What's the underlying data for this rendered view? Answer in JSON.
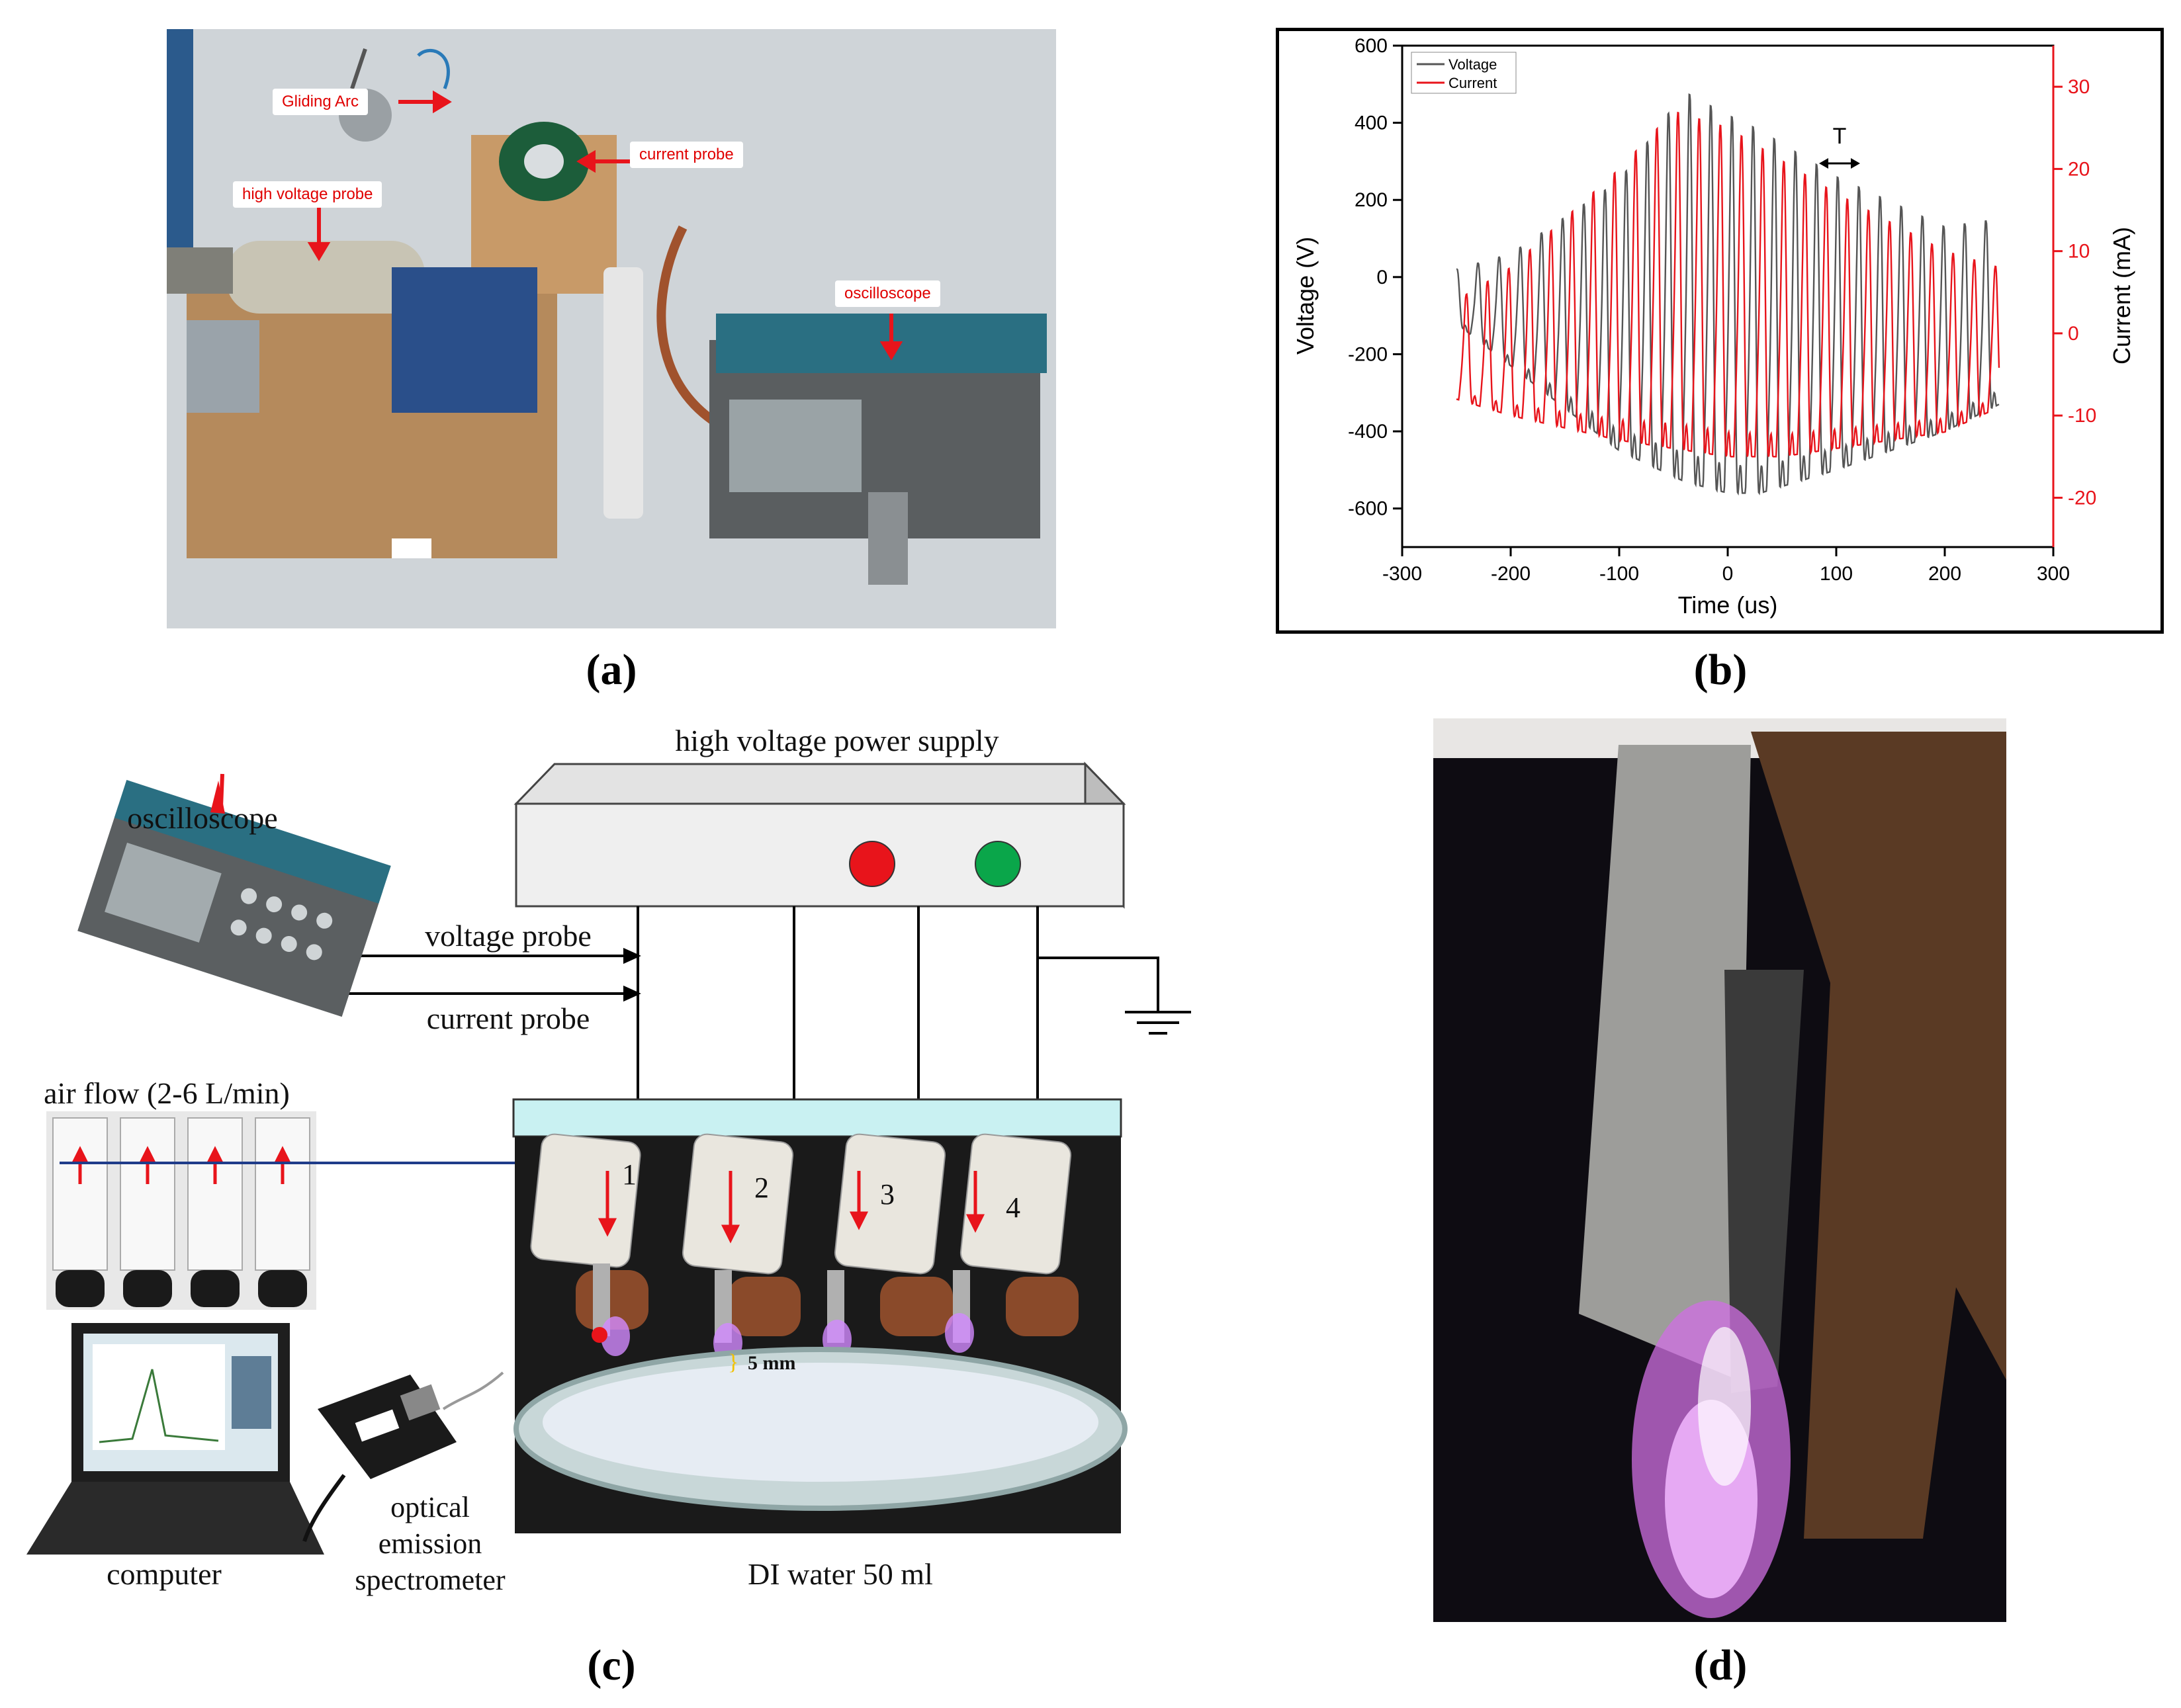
{
  "captions": {
    "a": "(a)",
    "b": "(b)",
    "c": "(c)",
    "d": "(d)"
  },
  "panel_a": {
    "labels": {
      "gliding_arc": "Gliding Arc",
      "current_probe": "current probe",
      "high_voltage_probe": "high voltage probe",
      "oscilloscope": "oscilloscope"
    }
  },
  "panel_c": {
    "labels": {
      "power_supply": "high voltage power supply",
      "oscilloscope": "oscilloscope",
      "voltage_probe": "voltage probe",
      "current_probe": "current probe",
      "air_flow": "air flow (2-6 L/min)",
      "computer": "computer",
      "spectrometer_line1": "optical",
      "spectrometer_line2": "emission",
      "spectrometer_line3": "spectrometer",
      "di_water": "DI water 50 ml",
      "gap": "5 mm"
    },
    "electrodes": [
      "1",
      "2",
      "3",
      "4"
    ],
    "colors": {
      "red_button": "#e8141b",
      "green_button": "#0aa64a",
      "manifold": "#c9f1f2"
    }
  },
  "chart_data": {
    "type": "line",
    "xlabel": "Time (us)",
    "ylabel": "Voltage (V)",
    "y2label": "Current (mA)",
    "xlim": [
      -300,
      300
    ],
    "ylim": [
      -700,
      600
    ],
    "y2lim": [
      -26,
      35
    ],
    "xticks": [
      -300,
      -200,
      -100,
      0,
      100,
      200,
      300
    ],
    "yticks": [
      -600,
      -400,
      -200,
      0,
      200,
      400,
      600
    ],
    "y2ticks": [
      -20,
      -10,
      0,
      10,
      20,
      30
    ],
    "annotation": "T",
    "legend_position": "top-left",
    "series": [
      {
        "name": "Voltage",
        "axis": "left",
        "color": "#555555",
        "period_us": 19.5,
        "x_start": -250,
        "x_end": 250,
        "envelope": {
          "x": [
            -250,
            -200,
            -100,
            -40,
            0,
            30,
            100,
            200,
            250
          ],
          "upper": [
            20,
            60,
            250,
            480,
            420,
            380,
            260,
            130,
            150
          ],
          "lower": [
            -120,
            -230,
            -450,
            -530,
            -560,
            -560,
            -500,
            -400,
            -330
          ]
        }
      },
      {
        "name": "Current",
        "axis": "right",
        "color": "#e8141b",
        "period_us": 19.5,
        "x_start": -250,
        "x_end": 250,
        "envelope": {
          "x": [
            -250,
            -200,
            -100,
            -50,
            0,
            50,
            100,
            200,
            250
          ],
          "upper": [
            4,
            8,
            20,
            27,
            25,
            21,
            17,
            10,
            8
          ],
          "lower": [
            -8,
            -10,
            -13,
            -14,
            -15,
            -15,
            -14,
            -12,
            -9
          ]
        }
      }
    ]
  }
}
